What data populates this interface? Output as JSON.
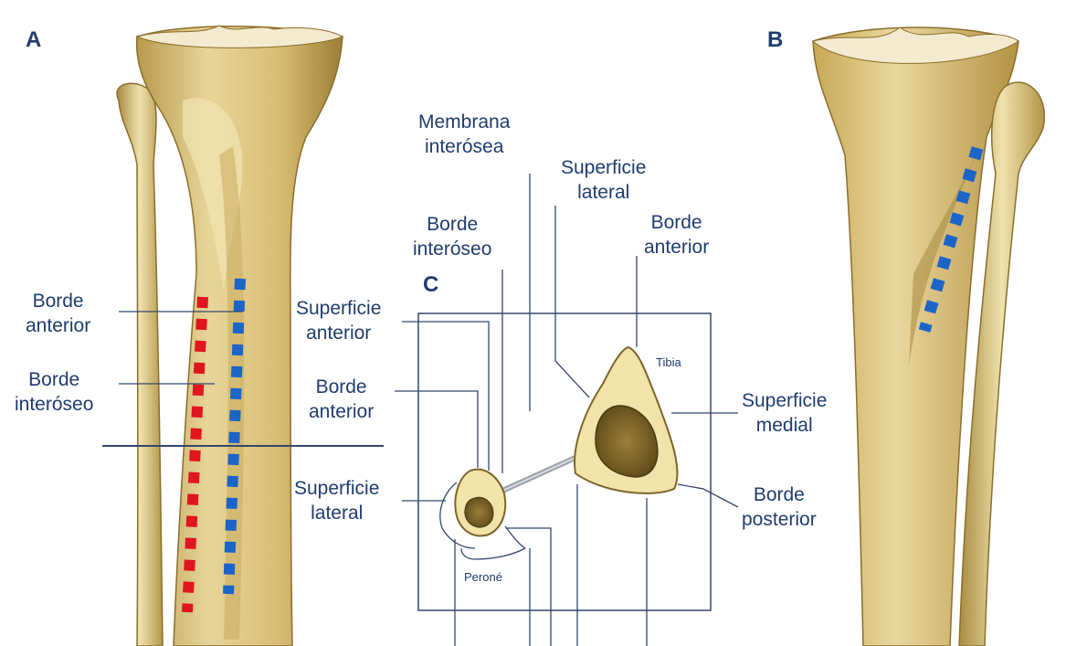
{
  "panels": {
    "a": "A",
    "b": "B",
    "c": "C"
  },
  "labels": {
    "a_borde_anterior": [
      "Borde",
      "anterior"
    ],
    "a_borde_interoseo": [
      "Borde",
      "interóseo"
    ],
    "membrana_interosea": [
      "Membrana",
      "interósea"
    ],
    "superficie_lateral_top": [
      "Superficie",
      "lateral"
    ],
    "borde_interoseo_c": [
      "Borde",
      "interóseo"
    ],
    "borde_anterior_tibia": [
      "Borde",
      "anterior"
    ],
    "superficie_anterior": [
      "Superficie",
      "anterior"
    ],
    "borde_anterior_perone": [
      "Borde",
      "anterior"
    ],
    "superficie_lateral_perone": [
      "Superficie",
      "lateral"
    ],
    "superficie_medial": [
      "Superficie",
      "medial"
    ],
    "borde_posterior": [
      "Borde",
      "posterior"
    ],
    "tibia": "Tibia",
    "perone": "Peroné"
  },
  "colors": {
    "bone": "#d9c27a",
    "bone_light": "#efe0a8",
    "bone_shadow": "#a8893e",
    "text": "#1f3c6e",
    "line": "#33476e",
    "red_marker": "#e0161f",
    "blue_marker": "#1c64c8"
  }
}
